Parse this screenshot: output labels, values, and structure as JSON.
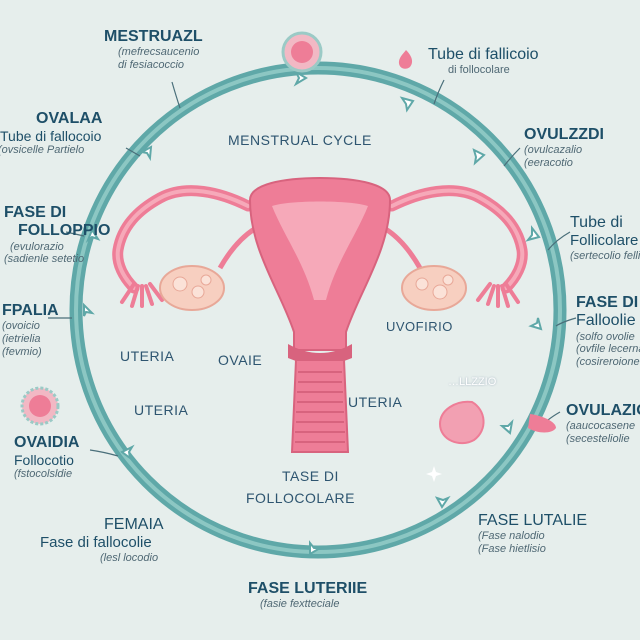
{
  "colors": {
    "background": "#e6eeec",
    "cycle_ring": "#5fa8a8",
    "uterus": "#ee7d97",
    "uterus_light": "#f6a9b9",
    "ovary": "#f7cfc0",
    "text_dark": "#1e4f68"
  },
  "center": {
    "title": "MENSTRUAL CYCLE",
    "uvofirio": "UVOFIRIO",
    "ovaie": "OVAIE",
    "uteria_left_1": "UTERIA",
    "uteria_left_2": "UTERIA",
    "uteria_center": "UTERIA",
    "tase_line1": "TASE DI",
    "tase_line2": "FOLLOCOLARE",
    "zzio": "…LLZZIO"
  },
  "labels": {
    "top_left": {
      "title": "MESTRUAZL",
      "sub1": "(mefrecsaucenio",
      "sub2": "di fesiacoccio"
    },
    "top_right": {
      "title": "Tube di fallicoio",
      "sub1": "di follocolare"
    },
    "left_1": {
      "title": "OVALAA",
      "line2": "Tube di fallocoio",
      "sub1": "(ovsicelle  Partielo"
    },
    "right_1": {
      "title": "OVULZZDI",
      "sub1": "(ovulcazalio",
      "sub2": "(eeracotio"
    },
    "left_2": {
      "title": "FASE DI",
      "line2": "FOLLOPPIO",
      "sub1": "(evulorazio",
      "sub2": "(sadienle   setetio"
    },
    "right_2": {
      "title": "Tube di",
      "line2": "Follicolare",
      "sub1": "(sertecolio fellio"
    },
    "left_3": {
      "title": "FPALIA",
      "sub1": "(ovoicio",
      "sub2": "(ietrielia",
      "sub3": "(fevmio)"
    },
    "right_3": {
      "title": "FASE DI",
      "line2": "Falloolie",
      "sub1": "(solfo ovolie",
      "sub2": "(ovfile  lecerna",
      "sub3": "(cosireroione"
    },
    "left_4": {
      "title": "OVAIDIA",
      "line2": "Follocotio",
      "sub1": "(fstocolsldie"
    },
    "right_4": {
      "title": "OVULAZIO",
      "sub1": "(aaucocasene",
      "sub2": "(secesteliolie"
    },
    "bottom_left": {
      "title": "FEMAIA",
      "line2": "Fase di fallocolie",
      "sub1": "(lesl locodio"
    },
    "bottom_right": {
      "title": "FASE LUTALIE",
      "sub1": "(Fase nalodio",
      "sub2": "(Fase  hietlisio"
    },
    "bottom": {
      "title": "FASE LUTERIIE",
      "sub1": "(fasie  fextteciale"
    }
  }
}
